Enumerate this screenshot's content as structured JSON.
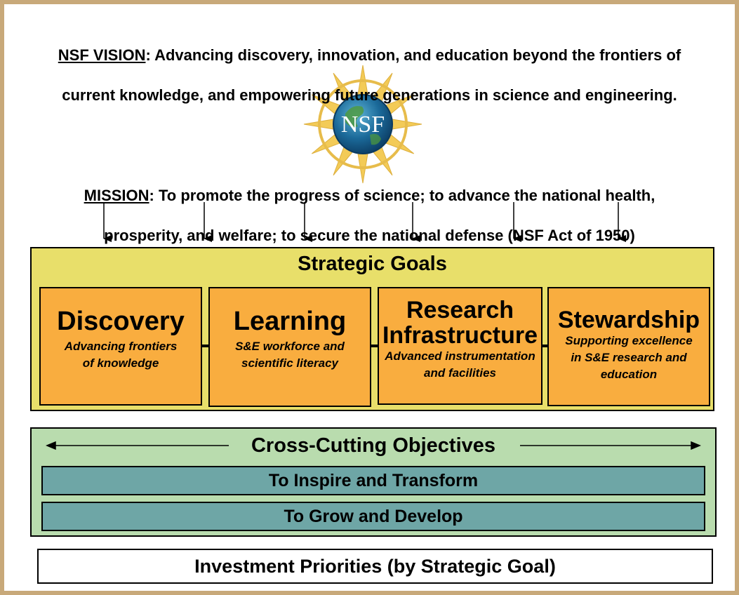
{
  "vision": {
    "label": "NSF VISION",
    "text_line1": ": Advancing discovery, innovation, and education beyond the frontiers of",
    "text_line2": "current knowledge, and empowering future generations in science and engineering."
  },
  "logo": {
    "text": "NSF"
  },
  "mission": {
    "label": "MISSION",
    "text_line1": ": To promote the progress of science; to advance the national health,",
    "text_line2": "prosperity, and welfare; to secure the national defense (NSF Act of 1950)"
  },
  "strategic_goals": {
    "title": "Strategic Goals",
    "goals": [
      {
        "title": "Discovery",
        "desc_line1": "Advancing frontiers",
        "desc_line2": "of knowledge"
      },
      {
        "title": "Learning",
        "desc_line1": "S&E workforce and",
        "desc_line2": "scientific literacy"
      },
      {
        "title_line1": "Research",
        "title_line2": "Infrastructure",
        "desc_line1": "Advanced instrumentation",
        "desc_line2": "and facilities"
      },
      {
        "title": "Stewardship",
        "desc_line1": "Supporting excellence",
        "desc_line2": "in S&E research and",
        "desc_line3": "education"
      }
    ]
  },
  "cross_cutting": {
    "title": "Cross-Cutting Objectives",
    "objectives": [
      "To Inspire and Transform",
      "To Grow and Develop"
    ]
  },
  "investment": {
    "label": "Investment Priorities (by Strategic Goal)"
  },
  "colors": {
    "frame": "#c8a97a",
    "goals_panel": "#e8df6a",
    "goal_box": "#f9ad3f",
    "cross_cutting_panel": "#b9dcae",
    "objective_bar": "#6ea6a6"
  }
}
